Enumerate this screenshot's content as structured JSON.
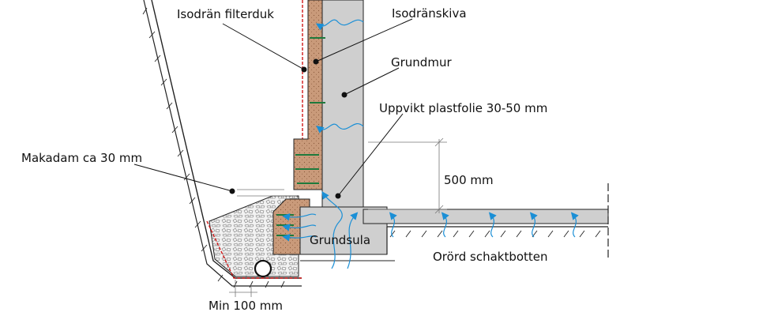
{
  "labels": {
    "filterduk": "Isodrän filterduk",
    "isodranskiva": "Isodränskiva",
    "grundmur": "Grundmur",
    "plastfolie": "Uppvikt plastfolie 30-50 mm",
    "makadam": "Makadam ca 30 mm",
    "height": "500 mm",
    "grundsula": "Grundsula",
    "schaktbotten": "Orörd schaktbotten",
    "min": "Min 100 mm"
  },
  "colors": {
    "concrete": "#cfcfcf",
    "insulation": "#c99a7a",
    "filter_line": "#d01818",
    "water": "#1a8fd6",
    "fastener": "#1e7a3c",
    "outline": "#222222"
  }
}
